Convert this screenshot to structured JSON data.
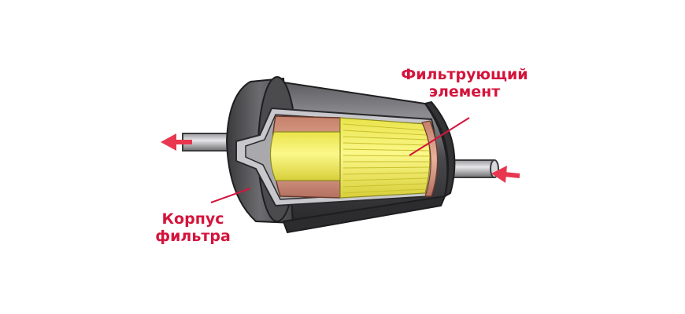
{
  "labels": {
    "filter_element": [
      "Фильтрующий",
      "элемент"
    ],
    "filter_housing": [
      "Корпус",
      "фильтра"
    ]
  },
  "colors": {
    "label": "#d4143c",
    "arrow": "#e8374f",
    "housing_dark": "#3a3a3c",
    "housing_light": "#8a8a8e",
    "element_yellow": "#f4f06a",
    "copper": "#d6967e"
  },
  "icons": [
    "outlet-arrow-icon",
    "inlet-arrow-icon"
  ]
}
